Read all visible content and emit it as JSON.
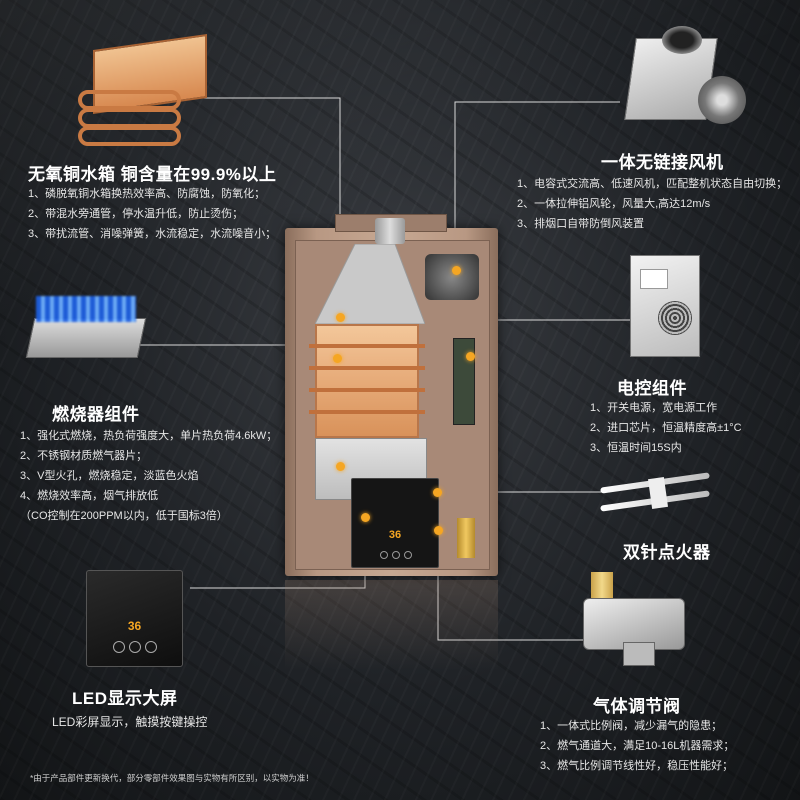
{
  "copper": {
    "title": "无氧铜水箱 铜含量在99.9%以上",
    "lines": [
      "1、磷脱氧铜水箱换热效率高、防腐蚀，防氧化；",
      "2、带混水旁通管，停水温升低，防止烫伤；",
      "3、带扰流管、消噪弹簧，水流稳定，水流噪音小；"
    ]
  },
  "fan": {
    "title": "一体无链接风机",
    "lines": [
      "1、电容式交流高、低速风机，匹配整机状态自由切换；",
      "2、一体拉伸铝风轮，风量大,高达12m/s",
      "3、排烟口自带防倒风装置"
    ]
  },
  "burner": {
    "title": "燃烧器组件",
    "lines": [
      "1、强化式燃烧，热负荷强度大，单片热负荷4.6kW；",
      "2、不锈钢材质燃气器片；",
      "3、V型火孔，燃烧稳定，淡蓝色火焰",
      "4、燃烧效率高，烟气排放低",
      "（CO控制在200PPM以内，低于国标3倍）"
    ]
  },
  "control": {
    "title": "电控组件",
    "lines": [
      "1、开关电源，宽电源工作",
      "2、进口芯片，恒温精度高±1°C",
      "3、恒温时间15S内"
    ]
  },
  "igniter": {
    "title": "双针点火器"
  },
  "display": {
    "title": "LED显示大屏",
    "lines": [
      "LED彩屏显示，触摸按键操控"
    ],
    "readout": "36"
  },
  "valve": {
    "title": "气体调节阀",
    "lines": [
      "1、一体式比例阀，减少漏气的隐患；",
      "2、燃气通道大，满足10-16L机器需求；",
      "3、燃气比例调节线性好，稳压性能好；"
    ]
  },
  "footnote": "*由于产品部件更新换代，部分零部件效果图与实物有所区别，以实物为准！",
  "colors": {
    "accent": "#f5a623",
    "line": "#d9d9d9",
    "copper": "#d9925a",
    "flame": "#3a8bff"
  }
}
